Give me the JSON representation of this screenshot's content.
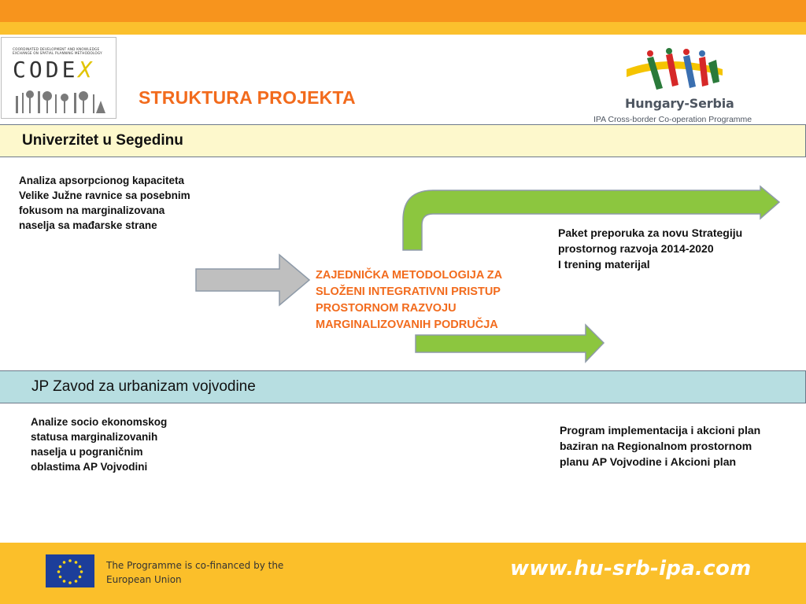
{
  "logos": {
    "codex_tagline": "COORDINATED DEVELOPMENT AND KNOWLEDGE EXCHANGE ON SPATIAL PLANNING METHODOLOGY",
    "codex_word": "CODE",
    "codex_x": "X",
    "programme_name": "Hungary-Serbia",
    "programme_sub": "IPA Cross-border Co-operation Programme"
  },
  "title": "STRUKTURA PROJEKTA",
  "partner_1": {
    "name": "Univerzitet u Segedinu",
    "input": "Analiza apsorpcionog kapaciteta\nVelike Južne ravnice sa posebnim\nfokusom na marginalizovana\nnaselja sa mađarske strane"
  },
  "partner_2": {
    "name": "JP Zavod za urbanizam vojvodine",
    "input": "Analize socio ekonomskog\nstatusa marginalizovanih\nnaselja u pograničnim\noblastima AP Vojvodini"
  },
  "center": "ZAJEDNIČKA METODOLOGIJA ZA\nSLOŽENI INTEGRATIVNI PRISTUP\nPROSTORNOM RAZVOJU\nMARGINALIZOVANIH PODRUČJA",
  "output_1": "Paket preporuka za novu Strategiju\nprostornog razvoja 2014-2020\nI trening materijal",
  "output_2": "Program implementacija i akcioni plan\nbaziran na Regionalnom prostornom\nplanu AP Vojvodine i Akcioni plan",
  "footer": {
    "eu_text": "The Programme is co-financed by the\nEuropean Union",
    "website": "www.hu-srb-ipa.com"
  },
  "colors": {
    "accent_orange": "#f26b1d",
    "arrow_green": "#8cc63f",
    "arrow_gray": "#bfbfbf",
    "band_yellow": "#fbbf2a"
  }
}
